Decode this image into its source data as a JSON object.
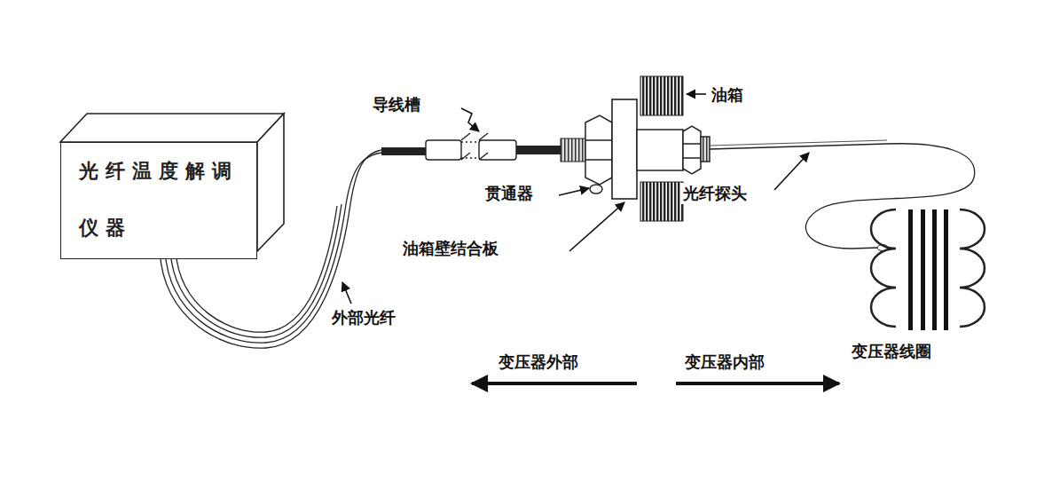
{
  "diagram": {
    "nodes": [
      {
        "text": [
          "光纤温度解调 仪器"
        ]
      }
    ],
    "labels": [
      "导线槽",
      "油箱",
      "贯通器",
      "光纤探头",
      "油箱壁结合板",
      "外部光纤",
      "变压器外部",
      "变压器内部",
      "变压器线圈"
    ]
  }
}
